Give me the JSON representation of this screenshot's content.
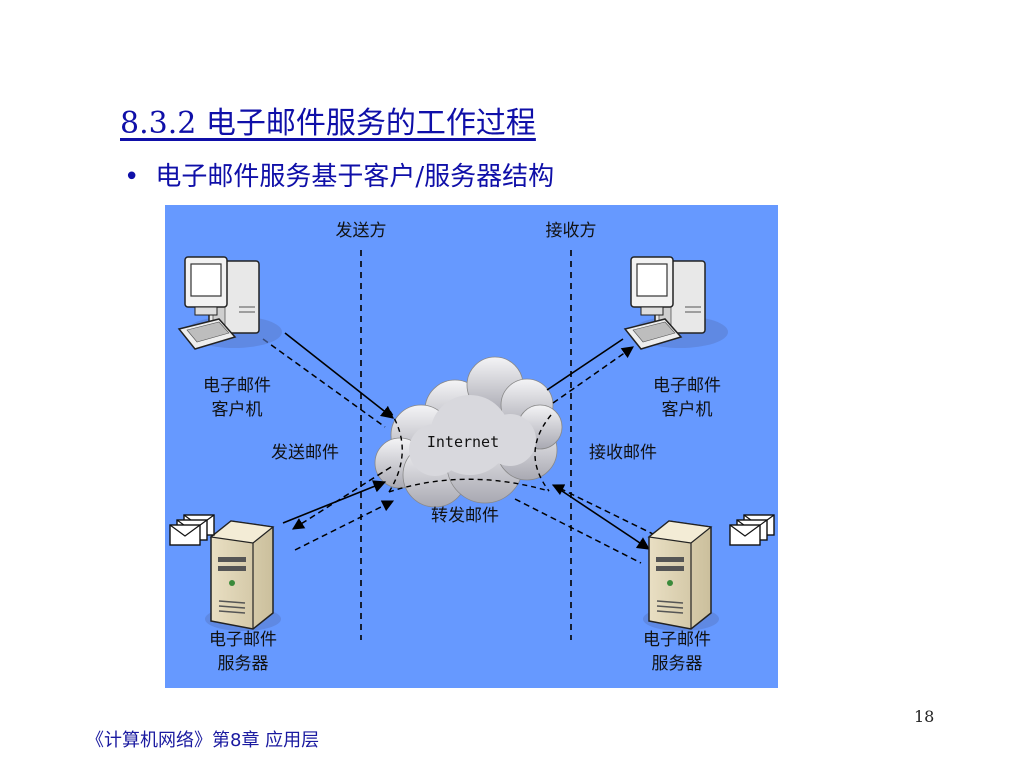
{
  "title": "8.3.2  电子邮件服务的工作过程",
  "bullet": "电子邮件服务基于客户/服务器结构",
  "bullet_marker": "•",
  "diagram": {
    "background_color": "#6699ff",
    "sender_side_label": "发送方",
    "receiver_side_label": "接收方",
    "left_client_label": [
      "电子邮件",
      "客户机"
    ],
    "right_client_label": [
      "电子邮件",
      "客户机"
    ],
    "left_server_label": [
      "电子邮件",
      "服务器"
    ],
    "right_server_label": [
      "电子邮件",
      "服务器"
    ],
    "cloud_label": "Internet",
    "send_mail_label": "发送邮件",
    "receive_mail_label": "接收邮件",
    "forward_mail_label": "转发邮件"
  },
  "footer": "《计算机网络》第8章  应用层",
  "page_number": "18"
}
